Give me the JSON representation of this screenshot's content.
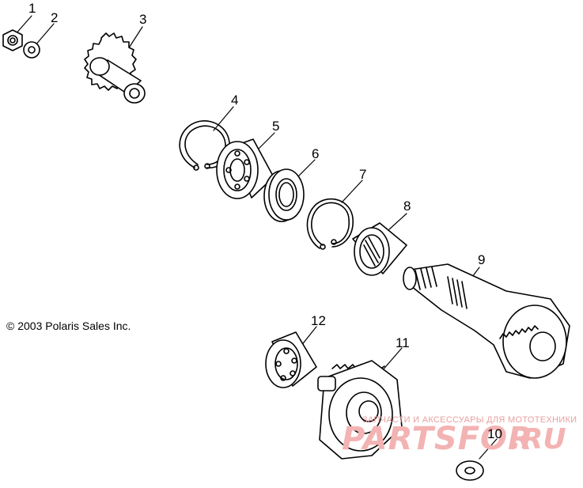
{
  "callouts": [
    "1",
    "2",
    "3",
    "4",
    "5",
    "6",
    "7",
    "8",
    "9",
    "10",
    "11",
    "12"
  ],
  "copyright": "© 2003 Polaris Sales Inc.",
  "watermark": {
    "tagline": "ЗАПЧАСТИ И АКСЕССУАРЫ ДЛЯ МОТОТЕХНИКИ",
    "brand": "PARTS",
    "brand_suffix": "FOR",
    "domain": ".RU"
  },
  "colors": {
    "line": "#000000",
    "watermark": "#f3b3b3"
  }
}
